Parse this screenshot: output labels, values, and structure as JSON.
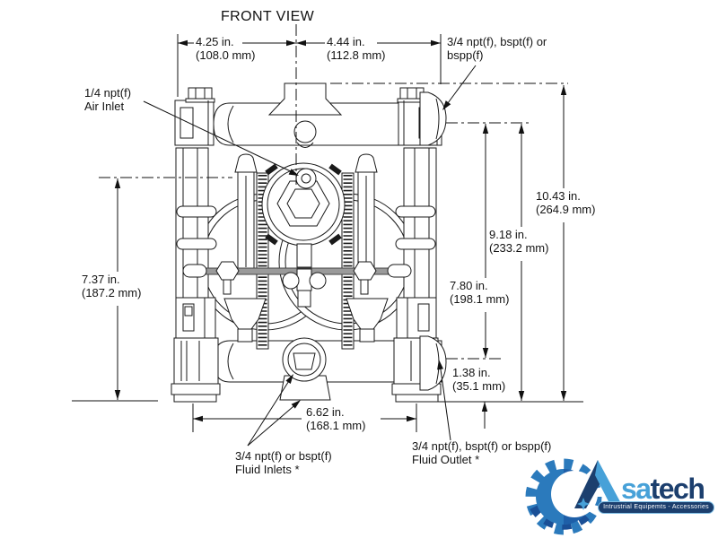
{
  "title": "FRONT VIEW",
  "dimensions": {
    "width_left": {
      "inches": "4.25 in.",
      "mm": "(108.0 mm)"
    },
    "width_right": {
      "inches": "4.44 in.",
      "mm": "(112.8 mm)"
    },
    "height_left": {
      "inches": "7.37 in.",
      "mm": "(187.2 mm)"
    },
    "outlet_span": {
      "inches": "7.80 in.",
      "mm": "(198.1 mm)"
    },
    "outlet_to_ground": {
      "inches": "9.18 in.",
      "mm": "(233.2 mm)"
    },
    "overall_height": {
      "inches": "10.43 in.",
      "mm": "(264.9 mm)"
    },
    "outlet_offset": {
      "inches": "1.38 in.",
      "mm": "(35.1 mm)"
    },
    "base_width": {
      "inches": "6.62 in.",
      "mm": "(168.1 mm)"
    }
  },
  "labels": {
    "air_inlet_line1": "1/4 npt(f)",
    "air_inlet_line2": "Air Inlet",
    "top_port_line1": "3/4 npt(f), bspt(f) or",
    "top_port_line2": "bspp(f)",
    "fluid_inlets_line1": "3/4 npt(f) or bspt(f)",
    "fluid_inlets_line2": "Fluid Inlets *",
    "fluid_outlet_line1": "3/4 npt(f), bspt(f) or bspp(f)",
    "fluid_outlet_line2": "Fluid Outlet *"
  },
  "logo": {
    "brand_highlight": "sa",
    "brand_rest": "tech",
    "tagline": "Intrustrial Equipemts - Accessories",
    "colors": {
      "gear_blue": "#2b7abc",
      "gear_dark_blue": "#1a4f96",
      "light_blue": "#47a1d8",
      "dark_navy": "#1c3f6e"
    }
  },
  "drawing": {
    "line_color": "#1a1a1a",
    "dimension_color": "#111111"
  }
}
